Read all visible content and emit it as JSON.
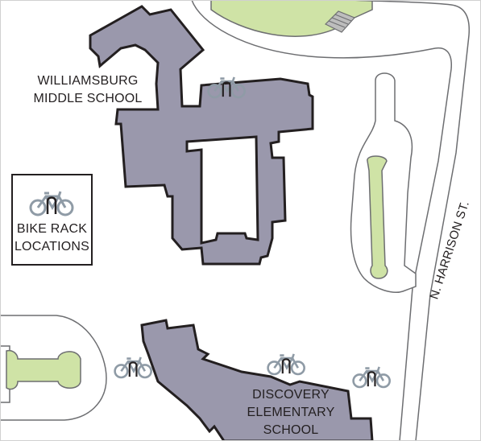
{
  "map": {
    "colors": {
      "building_fill": "#9a98ac",
      "building_stroke": "#231f20",
      "green_space": "#cfe3a6",
      "road_outline": "#6d6e71",
      "bike_icon": "#8f9ba6",
      "background": "#ffffff"
    },
    "buildings": {
      "williamsburg": {
        "line1": "WILLIAMSBURG",
        "line2": "MIDDLE SCHOOL"
      },
      "discovery": {
        "line1": "DISCOVERY",
        "line2": "ELEMENTARY",
        "line3": "SCHOOL"
      }
    },
    "street": {
      "name": "N. HARRISON ST."
    },
    "legend": {
      "icon": "bike-rack-icon",
      "line1": "BIKE RACK",
      "line2": "LOCATIONS"
    },
    "bike_racks": [
      {
        "icon": "bike-rack-icon",
        "location": "north of Williamsburg Middle School"
      },
      {
        "icon": "bike-rack-icon",
        "location": "west of Discovery Elementary School"
      },
      {
        "icon": "bike-rack-icon",
        "location": "north of Discovery Elementary School"
      },
      {
        "icon": "bike-rack-icon",
        "location": "northeast of Discovery Elementary School"
      }
    ]
  }
}
